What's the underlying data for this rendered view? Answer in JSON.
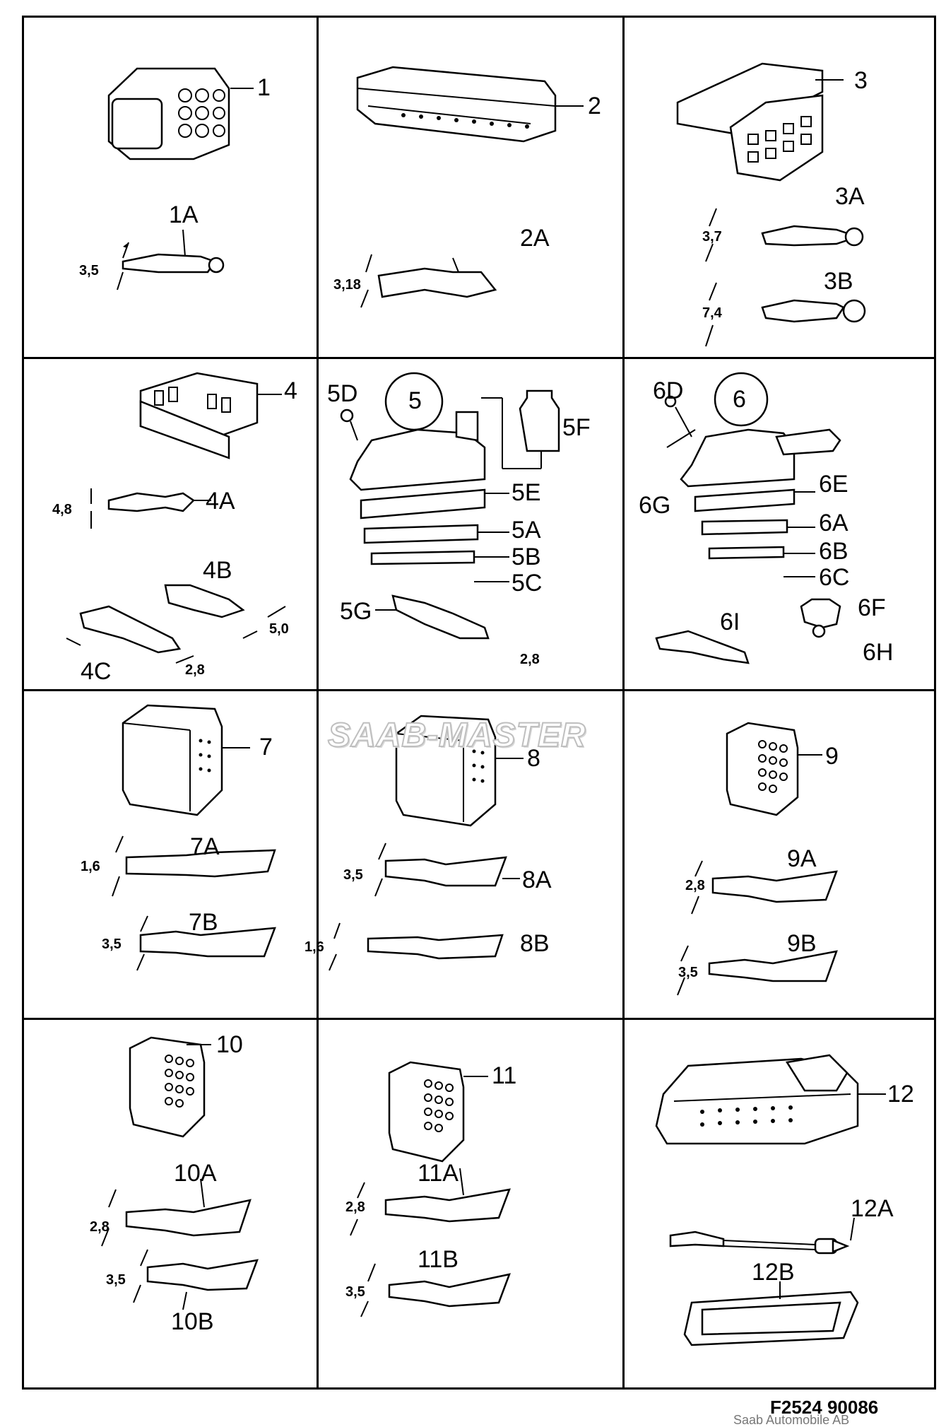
{
  "cells": [
    {
      "id": "1",
      "labels": [
        "1",
        "1A"
      ],
      "dims": [
        "3,5"
      ]
    },
    {
      "id": "2",
      "labels": [
        "2",
        "2A"
      ],
      "dims": [
        "3,18"
      ]
    },
    {
      "id": "3",
      "labels": [
        "3",
        "3A",
        "3B"
      ],
      "dims": [
        "3,7",
        "7,4"
      ]
    },
    {
      "id": "4",
      "labels": [
        "4",
        "4A",
        "4B",
        "4C"
      ],
      "dims": [
        "4,8",
        "5,0",
        "2,8"
      ]
    },
    {
      "id": "5",
      "labels": [
        "5",
        "5D",
        "5F",
        "5E",
        "5A",
        "5B",
        "5C",
        "5G"
      ],
      "dims": [
        "2,8"
      ]
    },
    {
      "id": "6",
      "labels": [
        "6",
        "6D",
        "6G",
        "6E",
        "6A",
        "6B",
        "6C",
        "6F",
        "6I",
        "6H"
      ],
      "dims": []
    },
    {
      "id": "7",
      "labels": [
        "7",
        "7A",
        "7B"
      ],
      "dims": [
        "1,6",
        "3,5"
      ]
    },
    {
      "id": "8",
      "labels": [
        "8",
        "8A",
        "8B"
      ],
      "dims": [
        "3,5",
        "1,6"
      ]
    },
    {
      "id": "9",
      "labels": [
        "9",
        "9A",
        "9B"
      ],
      "dims": [
        "2,8",
        "3,5"
      ]
    },
    {
      "id": "10",
      "labels": [
        "10",
        "10A",
        "10B"
      ],
      "dims": [
        "2,8",
        "3,5"
      ]
    },
    {
      "id": "11",
      "labels": [
        "11",
        "11A",
        "11B"
      ],
      "dims": [
        "2,8",
        "3,5"
      ]
    },
    {
      "id": "12",
      "labels": [
        "12",
        "12A",
        "12B"
      ],
      "dims": []
    }
  ],
  "watermark": "SAAB-MASTER",
  "figure_code": "F2524  90086",
  "copyright": "Saab Automobile AB"
}
